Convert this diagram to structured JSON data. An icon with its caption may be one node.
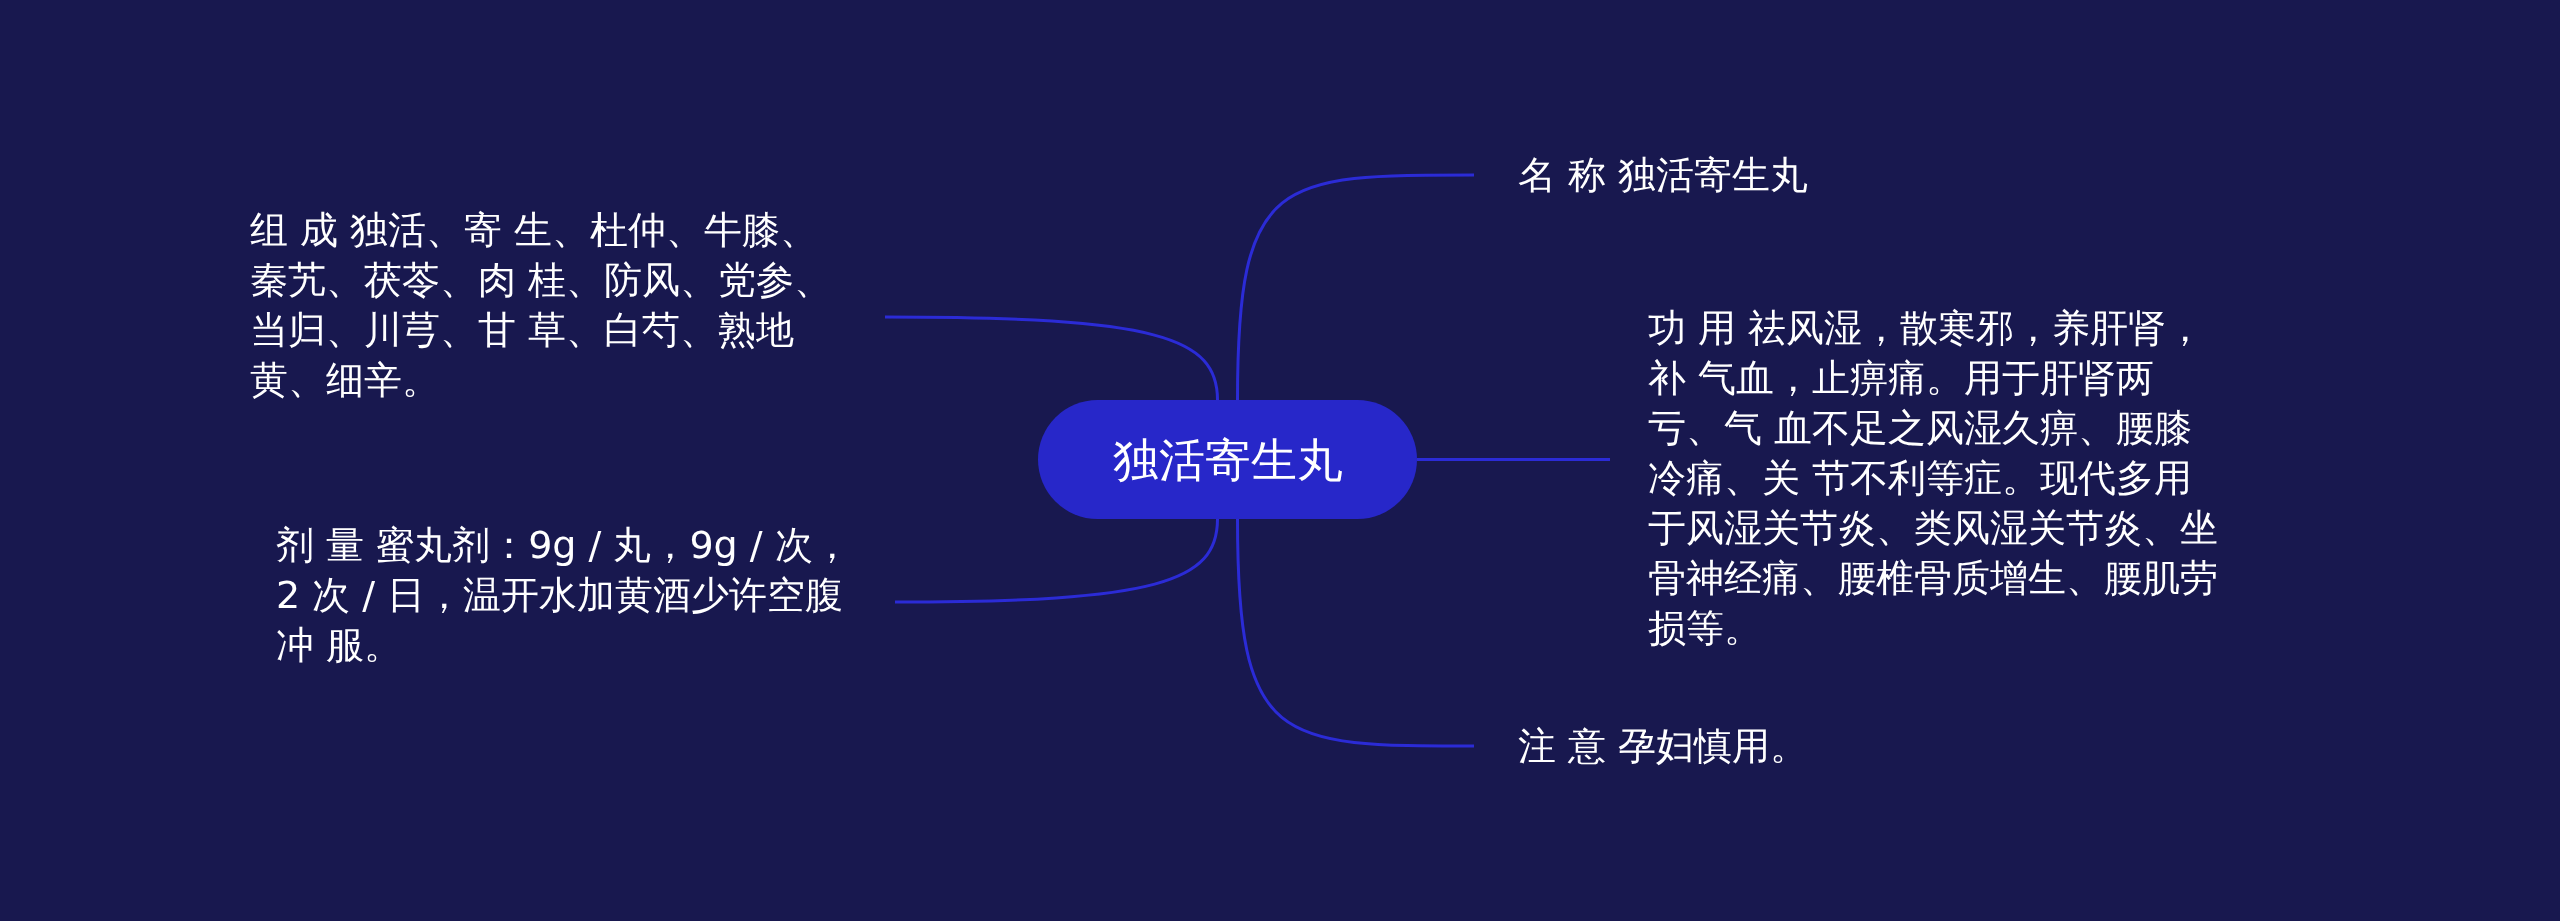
{
  "diagram": {
    "nodes": [
      {
        "text": [
          "独活寄生丸"
        ]
      },
      {
        "text": [
          "名 称 独活寄生丸"
        ]
      },
      {
        "text": [
          "组 成 独活、寄 生、杜仲、牛膝、秦艽、茯苓、肉 桂、防风、党参、当归、川芎、甘 草、白芍、熟地黄、细辛。"
        ]
      },
      {
        "text": [
          "功 用 祛风湿，散寒邪，养肝肾，补 气血，止痹痛。用于肝肾两亏、气 血不足之风湿久痹、腰膝冷痛、关 节不利等症。现代多用于风湿关节炎、类风湿关节炎、坐骨神经痛、腰椎骨质增生、腰肌劳损等。"
        ]
      },
      {
        "text": [
          "剂 量 蜜丸剂：9g / 丸，9g / 次，2 次 / 日，温开水加黄酒少许空腹冲 服。"
        ]
      },
      {
        "text": [
          "注 意 孕妇慎用。"
        ]
      }
    ],
    "edges": [
      {
        "from": 0,
        "to": 1,
        "arrow": "none"
      },
      {
        "from": 0,
        "to": 2,
        "arrow": "none"
      },
      {
        "from": 0,
        "to": 3,
        "arrow": "none"
      },
      {
        "from": 0,
        "to": 4,
        "arrow": "none"
      },
      {
        "from": 0,
        "to": 5,
        "arrow": "none"
      }
    ]
  }
}
